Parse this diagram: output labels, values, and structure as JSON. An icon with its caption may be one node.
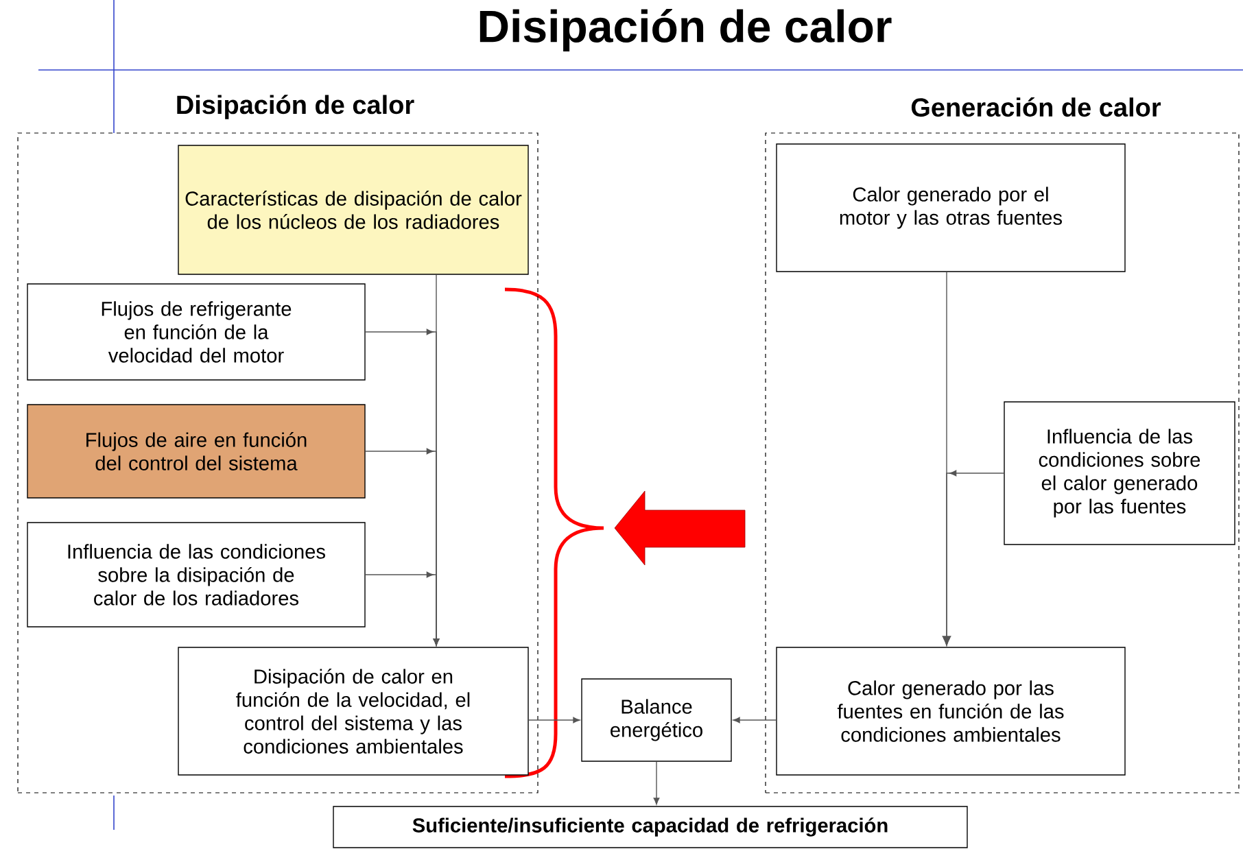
{
  "diagram": {
    "title": "Disipación de calor",
    "nodes": [
      {
        "text": [
          "Disipación de calor"
        ]
      },
      {
        "text": [
          "Características de disipación de calor de los núcleos de los radiadores"
        ],
        "in": 0
      },
      {
        "text": [
          "Flujos de refrigerante en función de la velocidad del motor"
        ],
        "in": 0
      },
      {
        "text": [
          "Flujos de aire en función del control del sistema"
        ],
        "in": 0
      },
      {
        "text": [
          "Influencia de las condiciones sobre la disipación de calor de los radiadores"
        ],
        "in": 0
      },
      {
        "text": [
          "Disipación de calor en función de la velocidad, el control del sistema y las condiciones ambientales"
        ],
        "in": 0
      },
      {
        "text": [
          "Generación de calor"
        ]
      },
      {
        "text": [
          "Calor generado por el motor y las otras fuentes"
        ],
        "in": 6
      },
      {
        "text": [
          "Influencia de las condiciones sobre el calor generado por las fuentes"
        ],
        "in": 6
      },
      {
        "text": [
          "Calor generado por las fuentes en función de las condiciones ambientales"
        ],
        "in": 6
      },
      {
        "text": [
          "Balance energético"
        ]
      },
      {
        "text": [
          "Suficiente/insuficiente capacidad de refrigeración"
        ]
      }
    ],
    "edges": [
      {
        "from": 1,
        "to": 5,
        "arrow": "to"
      },
      {
        "from": 2,
        "to": 5,
        "arrow": "to"
      },
      {
        "from": 3,
        "to": 5,
        "arrow": "to"
      },
      {
        "from": 4,
        "to": 5,
        "arrow": "to"
      },
      {
        "from": 7,
        "to": 9,
        "arrow": "to"
      },
      {
        "from": 8,
        "to": 9,
        "arrow": "to"
      },
      {
        "from": 5,
        "to": 10,
        "arrow": "to"
      },
      {
        "from": 9,
        "to": 10,
        "arrow": "to"
      },
      {
        "from": 10,
        "to": 11,
        "arrow": "to"
      }
    ]
  }
}
